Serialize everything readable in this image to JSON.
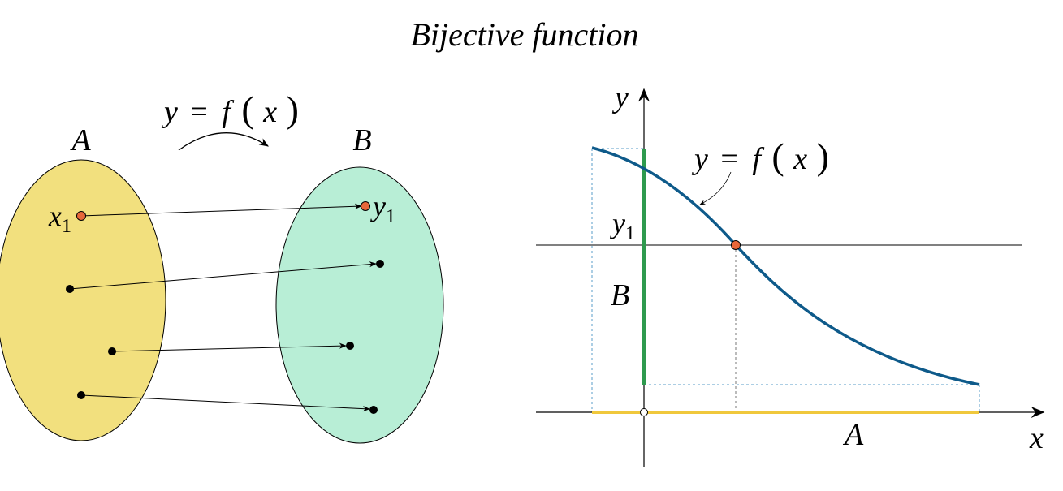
{
  "title": "Bijective function",
  "mapping": {
    "function_label": {
      "lhs": "y",
      "eq": "=",
      "f": "f",
      "open": "(",
      "arg": "x",
      "close": ")"
    },
    "set_a_label": "A",
    "set_b_label": "B",
    "x1_label": {
      "base": "x",
      "sub": "1"
    },
    "y1_label": {
      "base": "y",
      "sub": "1"
    },
    "colors": {
      "set_a_fill": "#f2e07e",
      "set_b_fill": "#b8eed6",
      "highlight_point": "#e8673a",
      "point": "#000000"
    }
  },
  "graph": {
    "y_axis_label": "y",
    "x_axis_label": "x",
    "curve_label": {
      "lhs": "y",
      "eq": "=",
      "f": "f",
      "open": "(",
      "arg": "x",
      "close": ")"
    },
    "y1_label": {
      "base": "y",
      "sub": "1"
    },
    "range_label": "B",
    "domain_label": "A",
    "colors": {
      "curve": "#0e5a8a",
      "range_segment": "#2e9a4e",
      "domain_segment": "#f0c83c",
      "guide_lines": "#5a9cc8",
      "highlight_point": "#e8673a"
    }
  }
}
